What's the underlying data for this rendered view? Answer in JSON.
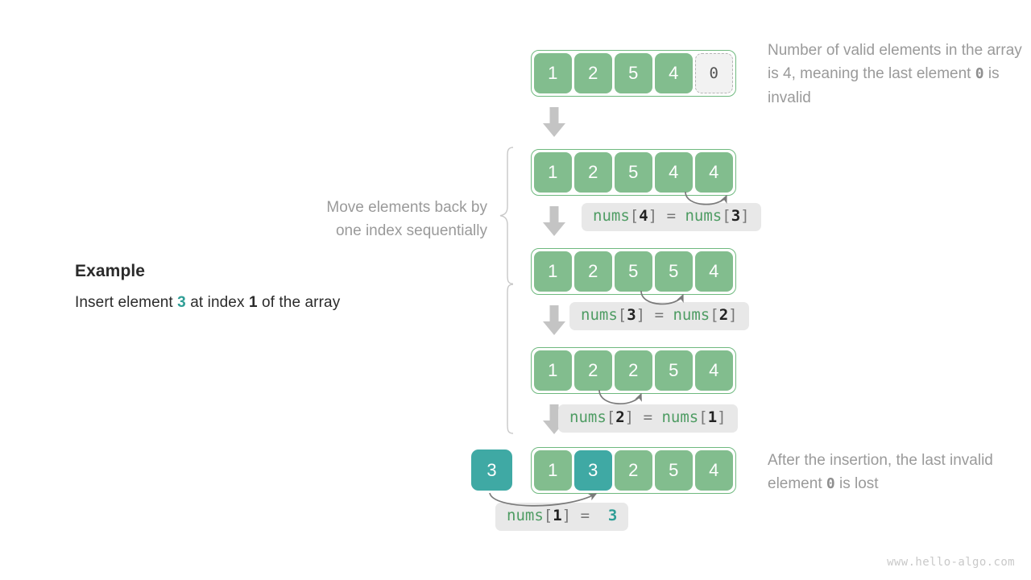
{
  "meta": {
    "watermark": "www.hello-algo.com",
    "colors": {
      "cell_green": "#82bd8e",
      "cell_teal": "#3fa9a4",
      "array_border": "#6fb97f",
      "invalid_fill": "#f2f2f2",
      "invalid_border": "#b5b5b5",
      "caption_gray": "#9a9a9a",
      "code_chip_bg": "#e8e8e8",
      "code_green": "#4e9c63",
      "code_teal": "#2f9e96",
      "arrow_gray": "#c4c4c4",
      "curve_gray": "#7a7a7a"
    }
  },
  "example": {
    "title": "Example",
    "desc_prefix": "Insert element ",
    "desc_value": "3",
    "desc_middle": " at index ",
    "desc_index": "1",
    "desc_suffix": " of the array"
  },
  "move_caption": {
    "line1": "Move elements back by",
    "line2": "one index sequentially"
  },
  "captions": {
    "top": {
      "part1": "Number of valid elements in the array is ",
      "count": "4",
      "part2": ", meaning the last element ",
      "element": "0",
      "part3": " is invalid"
    },
    "bottom": {
      "part1": "After the insertion, the last invalid element ",
      "element": "0",
      "part2": " is lost"
    }
  },
  "steps": [
    {
      "id": "step-0",
      "cells": [
        {
          "value": "1",
          "style": "green"
        },
        {
          "value": "2",
          "style": "green"
        },
        {
          "value": "5",
          "style": "green"
        },
        {
          "value": "4",
          "style": "green"
        },
        {
          "value": "0",
          "style": "invalid"
        }
      ],
      "code": null
    },
    {
      "id": "step-1",
      "cells": [
        {
          "value": "1",
          "style": "green"
        },
        {
          "value": "2",
          "style": "green"
        },
        {
          "value": "5",
          "style": "green"
        },
        {
          "value": "4",
          "style": "green"
        },
        {
          "value": "4",
          "style": "green"
        }
      ],
      "code": {
        "lhs_name": "nums",
        "lhs_open": "[",
        "lhs_index": "4",
        "lhs_close": "]",
        "eq": "=",
        "rhs_name": "nums",
        "rhs_open": "[",
        "rhs_index": "3",
        "rhs_close": "]"
      }
    },
    {
      "id": "step-2",
      "cells": [
        {
          "value": "1",
          "style": "green"
        },
        {
          "value": "2",
          "style": "green"
        },
        {
          "value": "5",
          "style": "green"
        },
        {
          "value": "5",
          "style": "green"
        },
        {
          "value": "4",
          "style": "green"
        }
      ],
      "code": {
        "lhs_name": "nums",
        "lhs_open": "[",
        "lhs_index": "3",
        "lhs_close": "]",
        "eq": "=",
        "rhs_name": "nums",
        "rhs_open": "[",
        "rhs_index": "2",
        "rhs_close": "]"
      }
    },
    {
      "id": "step-3",
      "cells": [
        {
          "value": "1",
          "style": "green"
        },
        {
          "value": "2",
          "style": "green"
        },
        {
          "value": "2",
          "style": "green"
        },
        {
          "value": "5",
          "style": "green"
        },
        {
          "value": "4",
          "style": "green"
        }
      ],
      "code": {
        "lhs_name": "nums",
        "lhs_open": "[",
        "lhs_index": "2",
        "lhs_close": "]",
        "eq": "=",
        "rhs_name": "nums",
        "rhs_open": "[",
        "rhs_index": "1",
        "rhs_close": "]"
      }
    },
    {
      "id": "step-4",
      "inserted_value": "3",
      "cells": [
        {
          "value": "1",
          "style": "green"
        },
        {
          "value": "3",
          "style": "teal"
        },
        {
          "value": "2",
          "style": "green"
        },
        {
          "value": "5",
          "style": "green"
        },
        {
          "value": "4",
          "style": "green"
        }
      ],
      "code": {
        "lhs_name": "nums",
        "lhs_open": "[",
        "lhs_index": "1",
        "lhs_close": "]",
        "eq": "=",
        "rhs_value": "3"
      }
    }
  ]
}
